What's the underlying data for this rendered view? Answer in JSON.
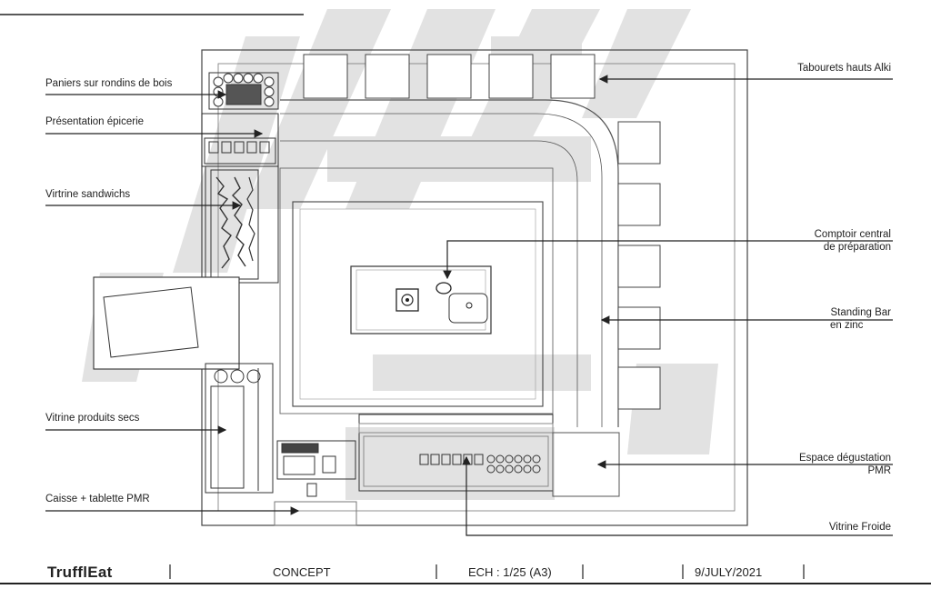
{
  "labels": {
    "paniers": "Paniers sur rondins de bois",
    "presentation": "Présentation épicerie",
    "vitrine_sandwichs": "Virtrine sandwichs",
    "vitrine_produits": "Vitrine produits secs",
    "caisse": "Caisse + tablette PMR",
    "tabourets": "Tabourets hauts Alki",
    "comptoir_l1": "Comptoir central",
    "comptoir_l2": "de préparation",
    "standing_l1": "Standing Bar",
    "standing_l2": "en zinc",
    "degustation_l1": "Espace dégustation",
    "degustation_l2": "PMR",
    "vitrine_froide": "Vitrine Froide"
  },
  "title_block": {
    "brand": "TrufflEat",
    "phase": "CONCEPT",
    "scale": "ECH : 1/25 (A3)",
    "date": "9/JULY/2021"
  },
  "colors": {
    "line": "#2b2b2b",
    "light_line": "#8a8a8a",
    "ghost": "#dcdcdc"
  }
}
